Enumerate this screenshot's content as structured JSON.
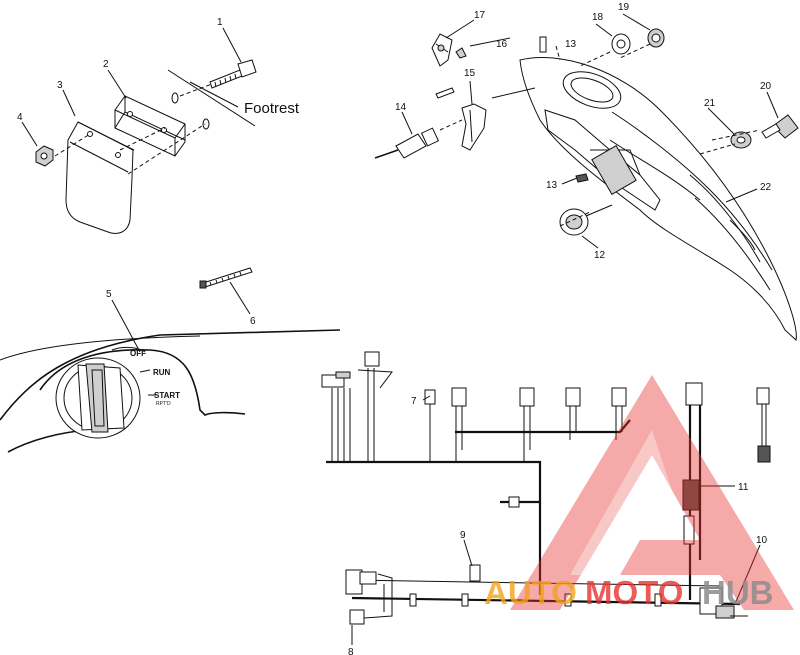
{
  "callouts": {
    "c1": "1",
    "c2": "2",
    "c3": "3",
    "c4": "4",
    "c5": "5",
    "c6": "6",
    "c7": "7",
    "c8": "8",
    "c9": "9",
    "c10": "10",
    "c11": "11",
    "c12": "12",
    "c13a": "13",
    "c13b": "13",
    "c14": "14",
    "c15": "15",
    "c16": "16",
    "c17": "17",
    "c18": "18",
    "c19": "19",
    "c20": "20",
    "c21": "21",
    "c22": "22"
  },
  "footrest_label": "Footrest",
  "switch_positions": {
    "off": "OFF",
    "run": "RUN",
    "start": "START",
    "start_sub": "RPT'D"
  },
  "watermark": {
    "part1": "AUTO",
    "part2": "MOTO",
    "part3": "HUB",
    "colors": {
      "orange": "#f3a21c",
      "red": "#e8322e",
      "gray": "#8c8c8c"
    }
  }
}
